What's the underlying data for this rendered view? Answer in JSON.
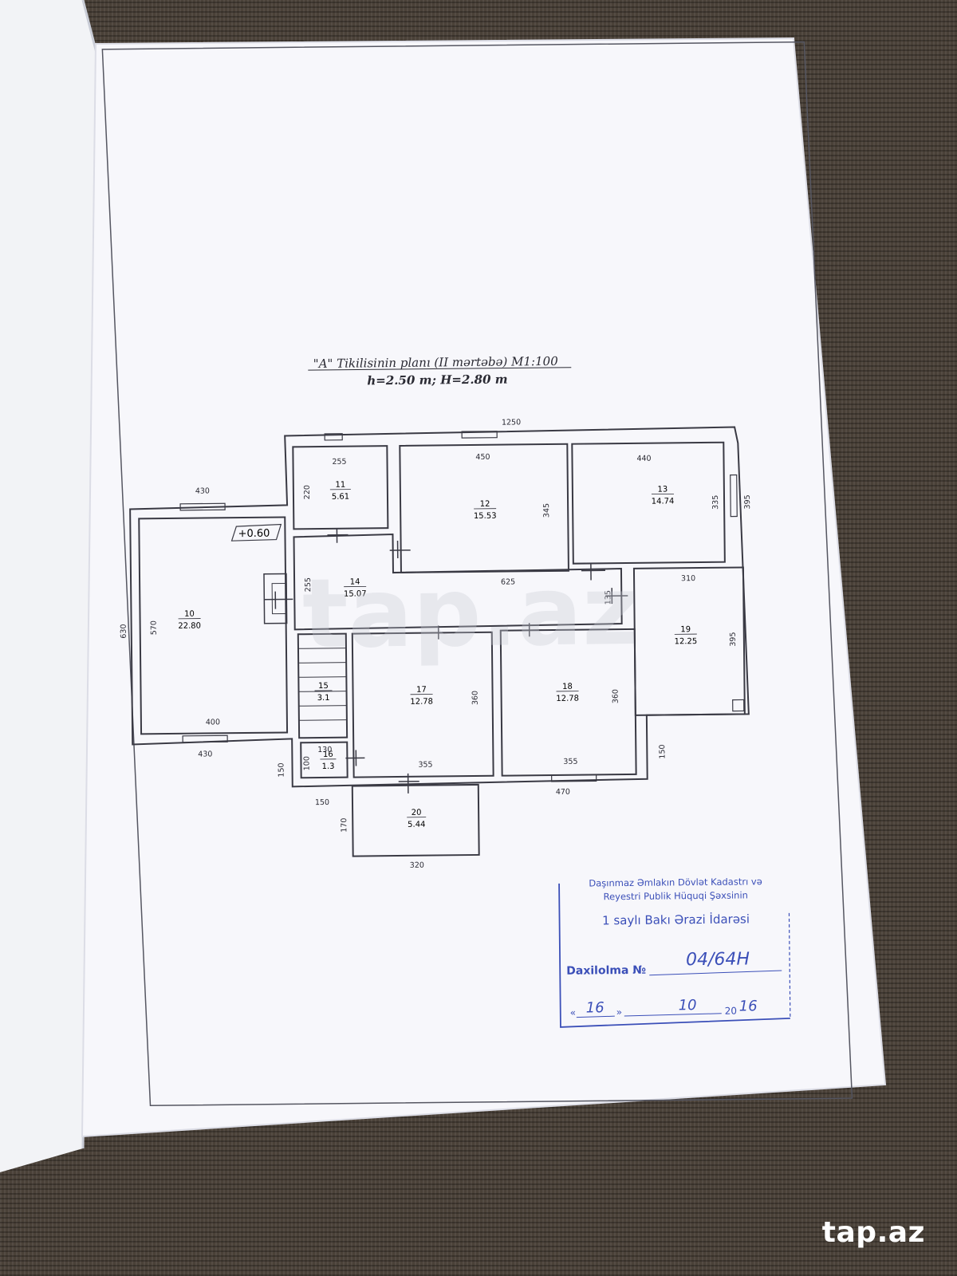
{
  "plan": {
    "title": "\"A\" Tikilisinin planı (II mərtəbə) M1:100",
    "subtitle": "h=2.50 m; H=2.80 m",
    "level_mark": "+0.60",
    "rooms": [
      {
        "num": "10",
        "area": "22.80"
      },
      {
        "num": "11",
        "area": "5.61"
      },
      {
        "num": "12",
        "area": "15.53"
      },
      {
        "num": "13",
        "area": "14.74"
      },
      {
        "num": "14",
        "area": "15.07"
      },
      {
        "num": "15",
        "area": "3.1"
      },
      {
        "num": "16",
        "area": "1.3"
      },
      {
        "num": "17",
        "area": "12.78"
      },
      {
        "num": "18",
        "area": "12.78"
      },
      {
        "num": "19",
        "area": "12.25"
      },
      {
        "num": "20",
        "area": "5.44"
      }
    ],
    "dims": {
      "overall": "1250",
      "r10_top": "430",
      "r10_bottom": "430",
      "r10_left": "630",
      "r10_inner_h": "570",
      "r10_inner_w": "400",
      "r11_w": "255",
      "r11_h": "220",
      "r12_w": "450",
      "r12_h": "345",
      "r13_w": "440",
      "r13_h": "335",
      "r13_outer": "395",
      "r14_h": "255",
      "r14_w": "625",
      "r14_right_h": "135",
      "r19_w": "310",
      "r19_h": "395",
      "r17_h": "360",
      "r17_w": "355",
      "r18_h": "360",
      "r18_w": "355",
      "r16_w": "130",
      "r16_h": "100",
      "left_offset": "150",
      "bottom_left": "150",
      "bottom_right": "470",
      "right_step": "150",
      "r20_h": "170",
      "r20_w": "320"
    }
  },
  "stamp": {
    "line1": "Daşınmaz Əmlakın Dövlət Kadastrı və",
    "line2": "Reyestri Publik Hüquqi Şəxsinin",
    "line3": "1 saylı Bakı Ərazi İdarəsi",
    "reg_label": "Daxilolma №",
    "reg_number": "04/64H",
    "date_day": "16",
    "date_month": "10",
    "date_year_prefix": "20",
    "date_year_suffix": "16"
  },
  "watermark_page": "tap.az",
  "watermark": "tap.az"
}
